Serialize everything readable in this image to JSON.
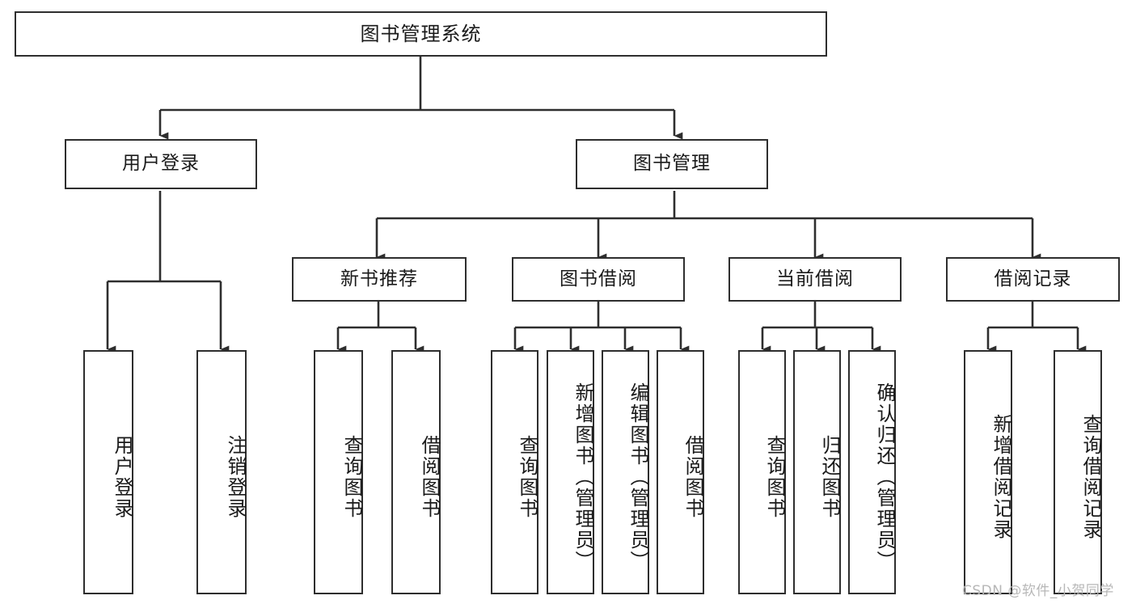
{
  "diagram": {
    "title": "图书管理系统",
    "type": "functional-structure-tree",
    "watermark": "CSDN @软件_小贺同学",
    "colors": {
      "box_border": "#2e2e2e",
      "box_fill": "#ffffff",
      "connector": "#2e2e2e",
      "text": "#1a1a1a",
      "watermark": "#b7b7b7",
      "background": "#ffffff"
    },
    "levels": [
      {
        "level": 1,
        "nodes": [
          {
            "id": "root",
            "label": "图书管理系统"
          }
        ]
      },
      {
        "level": 2,
        "nodes": [
          {
            "id": "login",
            "label": "用户登录",
            "parent": "root"
          },
          {
            "id": "bookmgmt",
            "label": "图书管理",
            "parent": "root"
          }
        ]
      },
      {
        "level": 3,
        "nodes": [
          {
            "id": "newbook",
            "label": "新书推荐",
            "parent": "bookmgmt"
          },
          {
            "id": "borrow",
            "label": "图书借阅",
            "parent": "bookmgmt"
          },
          {
            "id": "current",
            "label": "当前借阅",
            "parent": "bookmgmt"
          },
          {
            "id": "record",
            "label": "借阅记录",
            "parent": "bookmgmt"
          }
        ]
      },
      {
        "level": 4,
        "nodes": [
          {
            "id": "leaf-1",
            "label": "用户登录",
            "parent": "login"
          },
          {
            "id": "leaf-2",
            "label": "注销登录",
            "parent": "login"
          },
          {
            "id": "leaf-3",
            "label": "查询图书",
            "parent": "newbook"
          },
          {
            "id": "leaf-4",
            "label": "借阅图书",
            "parent": "newbook"
          },
          {
            "id": "leaf-5",
            "label": "查询图书",
            "parent": "borrow"
          },
          {
            "id": "leaf-6",
            "label": "新增图书（管理员）",
            "parent": "borrow"
          },
          {
            "id": "leaf-7",
            "label": "编辑图书（管理员）",
            "parent": "borrow"
          },
          {
            "id": "leaf-8",
            "label": "借阅图书",
            "parent": "borrow"
          },
          {
            "id": "leaf-9",
            "label": "查询图书",
            "parent": "current"
          },
          {
            "id": "leaf-10",
            "label": "归还图书",
            "parent": "current"
          },
          {
            "id": "leaf-11",
            "label": "确认归还（管理员）",
            "parent": "current"
          },
          {
            "id": "leaf-12",
            "label": "新增借阅记录",
            "parent": "record"
          },
          {
            "id": "leaf-13",
            "label": "查询借阅记录",
            "parent": "record"
          }
        ]
      }
    ]
  }
}
